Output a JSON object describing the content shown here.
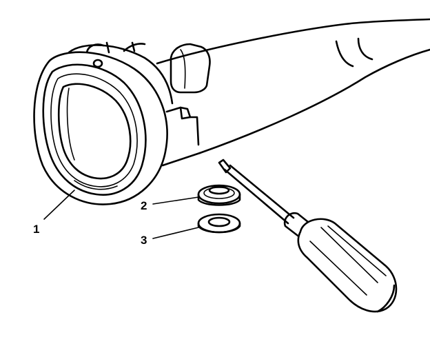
{
  "figure": {
    "callouts": {
      "housing": "1",
      "seal": "2",
      "washer": "3"
    },
    "colors": {
      "line": "#000000",
      "background": "#ffffff"
    }
  }
}
